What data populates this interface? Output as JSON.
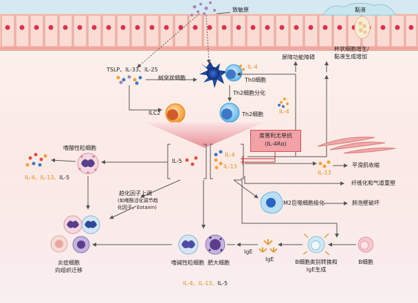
{
  "labels": {
    "allergen": "致敏原",
    "mucus": "黏液",
    "tslp": "TSLP、IL-33、IL-25",
    "dendritic": "树突状细胞",
    "th0_il4": "IL-4",
    "th0": "Th0细胞",
    "th2_diff": "Th2细胞分化",
    "th2": "Th2细胞",
    "th2_il4": "IL-4",
    "ilc2": "ILC2",
    "barrier": "屏障功能障碍",
    "goblet_line1": "杯状细胞增生/",
    "goblet_line2": "黏液生成增加",
    "drug_line1": "度普利尤单抗",
    "drug_line2": "(IL-4Rα)",
    "il5_box": "IL-5",
    "il4_box": "IL-4",
    "il13_box": "IL-13",
    "eos_title": "嗜酸性粒细胞",
    "eos_il4": "IL-4、",
    "eos_il13": "IL-13、",
    "eos_il5": "IL-5",
    "chemokine_line1": "趋化因子上调",
    "chemokine_line2": "(如嗜酸活化调节趋",
    "chemokine_line3": "化因子，Eotaxin)",
    "smooth_il13": "IL-13",
    "smooth": "平滑肌收缩",
    "fibrosis": "纤维化和气道重塑",
    "m2": "M2巨噬细胞极化",
    "alveolar": "肺泡壁破坏",
    "inflam_line1": "炎症细胞",
    "inflam_line2": "向组织迁移",
    "basophil": "嗜碱性粒细胞",
    "mast": "肥大细胞",
    "bottom_il4": "IL-4、",
    "bottom_il13": "IL-13、",
    "bottom_il5": "IL-5",
    "ige1": "IgE",
    "ige2": "IgE",
    "bswitch_line1": "B细胞类别转换和",
    "bswitch_line2": "IgE生成",
    "bcell": "B细胞"
  },
  "colors": {
    "arrow": "#555555",
    "accent_orange": "#e08a1a",
    "drug_fill": "#f3a3a8",
    "drug_border": "#d24a55",
    "block_line": "#d24a55",
    "epithelium": "#f2b8b0"
  }
}
